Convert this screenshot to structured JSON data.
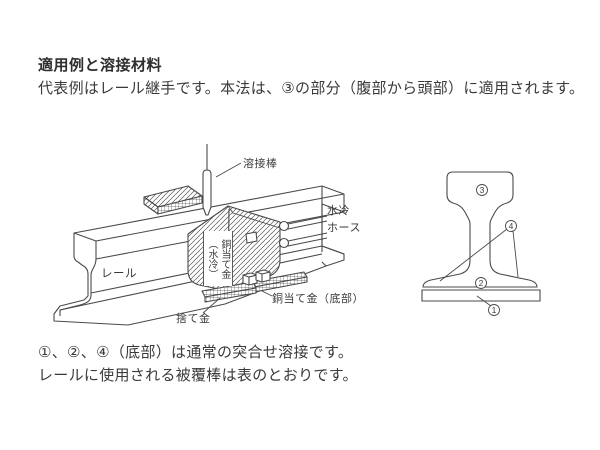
{
  "page": {
    "title": "適用例と溶接材料",
    "intro": "代表例はレール継手です。本法は、③の部分（腹部から頭部）に適用されます。",
    "footer_lines": "①、②、④（底部）は通常の突合せ溶接です。\nレールに使用される被覆棒は表のとおりです。"
  },
  "figure": {
    "labels": {
      "electrode": "溶接棒",
      "rail": "レール",
      "copper_backing_water": "銅当て金\n（水冷）",
      "hose": "水冷\nホース",
      "discard_metal": "捨て金",
      "copper_backing_bottom": "銅当て金（底部）"
    },
    "section_markers": {
      "head": "3",
      "flange": "4",
      "base": "2",
      "bottom": "1"
    },
    "line_color": "#4a4a4a",
    "background": "#ffffff"
  }
}
